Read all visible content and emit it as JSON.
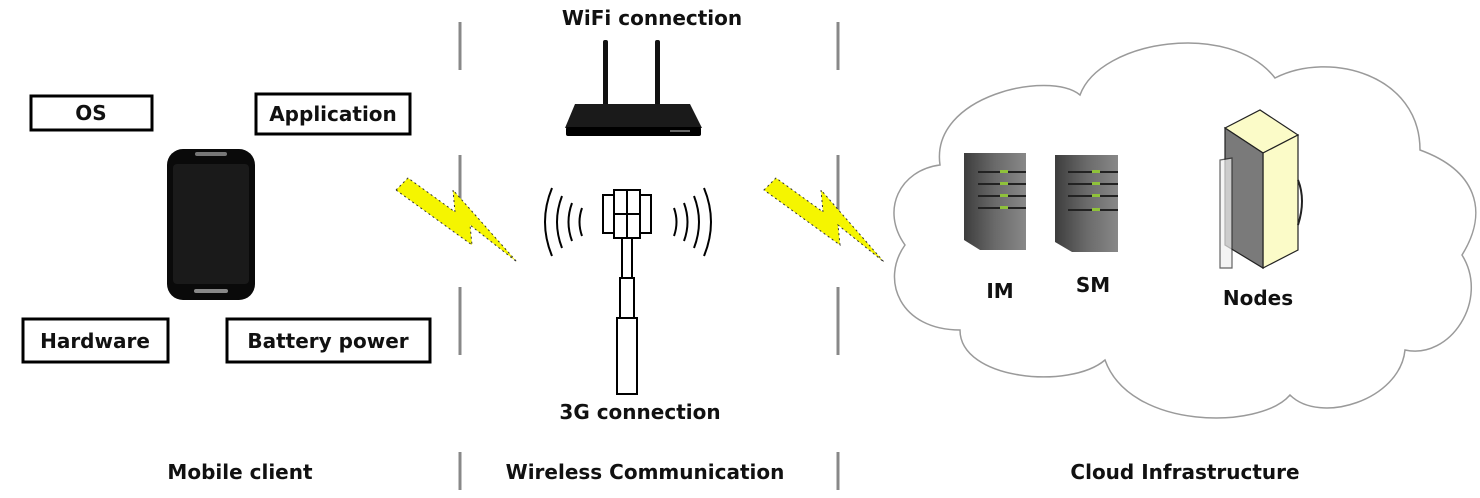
{
  "mobile_client": {
    "title": "Mobile client",
    "components": [
      "OS",
      "Application",
      "Hardware",
      "Battery power"
    ]
  },
  "wireless": {
    "title": "Wireless Communication",
    "wifi_label": "WiFi connection",
    "threeg_label": "3G connection"
  },
  "cloud": {
    "title": "Cloud Infrastructure",
    "im_label": "IM",
    "sm_label": "SM",
    "nodes_label": "Nodes"
  },
  "colors": {
    "lightning": "#f5f500",
    "led": "#8fc23a",
    "rack_side": "#fbfbc8",
    "cloud_stroke": "#9a9a9a"
  }
}
